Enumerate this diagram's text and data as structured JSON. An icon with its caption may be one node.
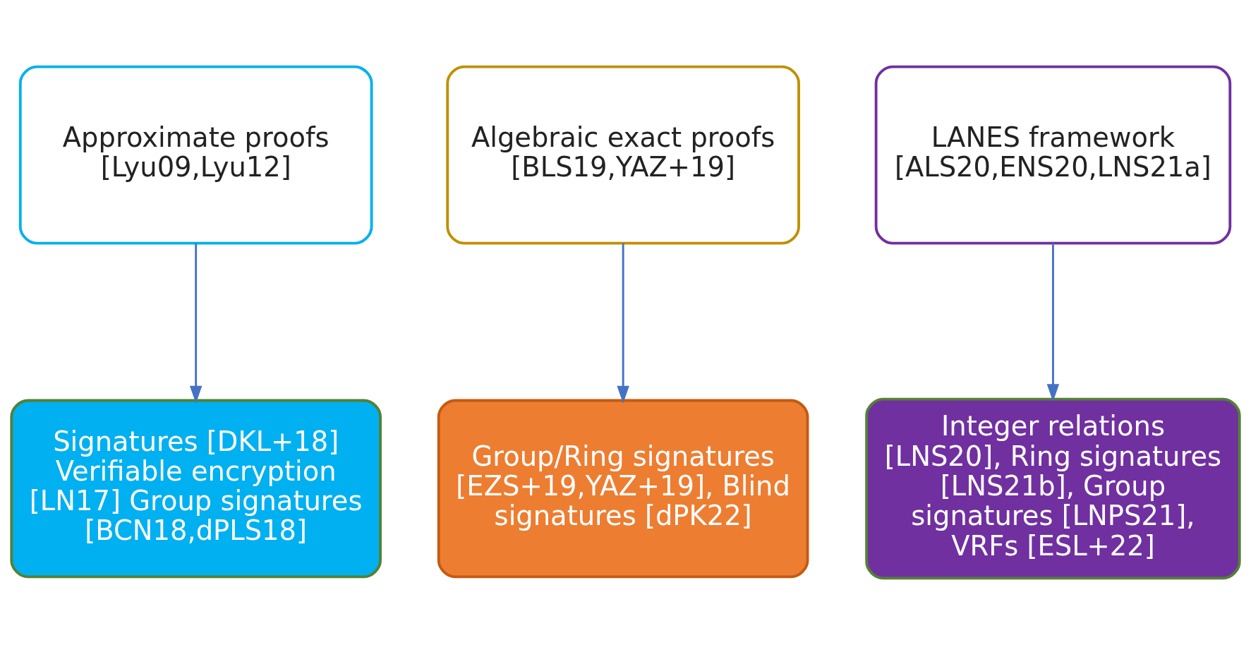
{
  "diagram": {
    "nodes": [
      {
        "text": [
          "Approximate proofs [Lyu09,Lyu12]"
        ]
      },
      {
        "text": [
          "Algebraic exact proofs [BLS19,YAZ+19]"
        ]
      },
      {
        "text": [
          "LANES framework [ALS20,ENS20,LNS21a]"
        ]
      },
      {
        "text": [
          "Signatures [DKL+18] Verifiable encryption [LN17] Group signatures [BCN18,dPLS18]"
        ]
      },
      {
        "text": [
          "Group/Ring signatures [EZS+19,YAZ+19], Blind signatures [dPK22]"
        ]
      },
      {
        "text": [
          "Integer relations [LNS20], Ring signatures [LNS21b], Group signatures [LNPS21], VRFs [ESL+22]"
        ]
      }
    ],
    "edges": [
      {
        "from": 0,
        "to": 3,
        "arrow": "to"
      },
      {
        "from": 1,
        "to": 4,
        "arrow": "to"
      },
      {
        "from": 2,
        "to": 5,
        "arrow": "to"
      }
    ]
  }
}
